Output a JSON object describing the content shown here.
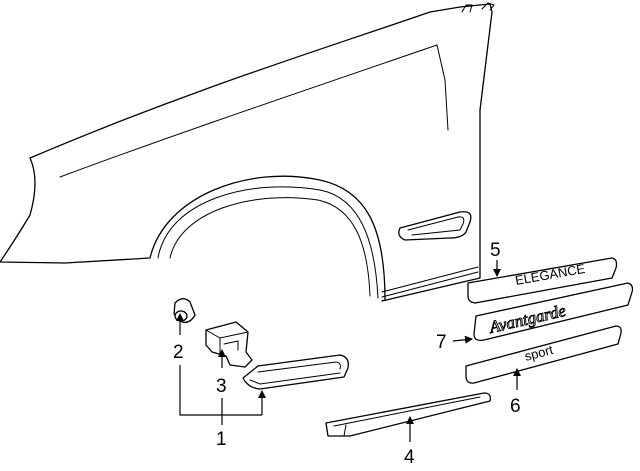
{
  "callouts": {
    "c1": "1",
    "c2": "2",
    "c3": "3",
    "c4": "4",
    "c5": "5",
    "c6": "6",
    "c7": "7"
  },
  "badges": {
    "elegance": "ELEGANCE",
    "avantgarde": "Avantgarde",
    "sport": "sport"
  },
  "colors": {
    "line": "#000000",
    "background": "#ffffff"
  }
}
